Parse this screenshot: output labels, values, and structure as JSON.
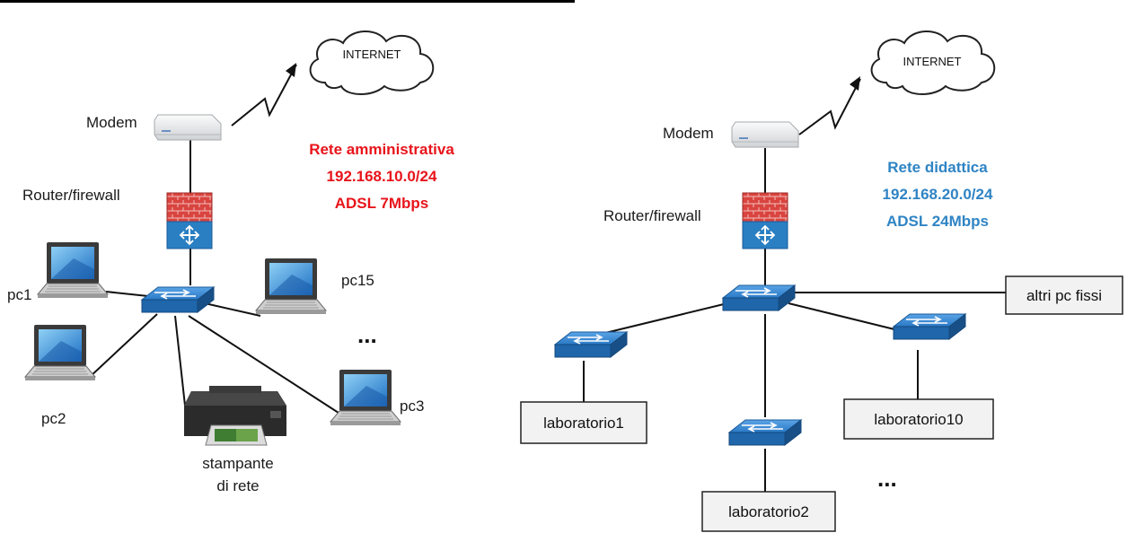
{
  "colors": {
    "admin_accent": "#e8141b",
    "didattica_accent": "#2f84c4",
    "switch_blue": "#2a79c6",
    "firewall_red": "#d9443f"
  },
  "left_network": {
    "internet": "INTERNET",
    "modem": "Modem",
    "router": "Router/firewall",
    "info": [
      "Rete amministrativa",
      "192.168.10.0/24",
      "ADSL 7Mbps"
    ],
    "pcs": [
      "pc1",
      "pc2",
      "pc15",
      "pc3"
    ],
    "ellipsis": "...",
    "printer": [
      "stampante",
      "di rete"
    ]
  },
  "right_network": {
    "internet": "INTERNET",
    "modem": "Modem",
    "router": "Router/firewall",
    "info": [
      "Rete didattica",
      "192.168.20.0/24",
      "ADSL 24Mbps"
    ],
    "boxes": [
      "altri pc fissi",
      "laboratorio1",
      "laboratorio10",
      "laboratorio2"
    ],
    "ellipsis": "..."
  }
}
